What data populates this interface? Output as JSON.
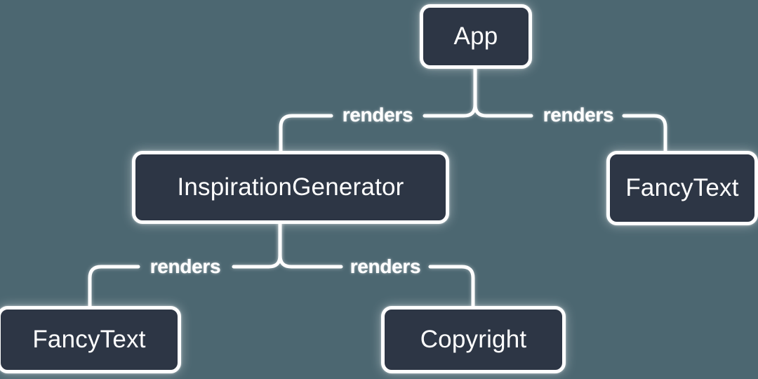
{
  "diagram": {
    "title": "component-render-tree",
    "nodes": [
      {
        "id": "app",
        "label": "App"
      },
      {
        "id": "inspiration-generator",
        "label": "InspirationGenerator"
      },
      {
        "id": "fancy-text-right",
        "label": "FancyText"
      },
      {
        "id": "fancy-text-left",
        "label": "FancyText"
      },
      {
        "id": "copyright",
        "label": "Copyright"
      }
    ],
    "edges": [
      {
        "from": "App",
        "to": "InspirationGenerator",
        "label": "renders"
      },
      {
        "from": "App",
        "to": "FancyText",
        "label": "renders"
      },
      {
        "from": "InspirationGenerator",
        "to": "FancyText",
        "label": "renders"
      },
      {
        "from": "InspirationGenerator",
        "to": "Copyright",
        "label": "renders"
      }
    ],
    "colors": {
      "background": "#4C6771",
      "node_fill": "#2D3645",
      "stroke": "#FFFFFF",
      "text": "#FFFFFF"
    }
  }
}
